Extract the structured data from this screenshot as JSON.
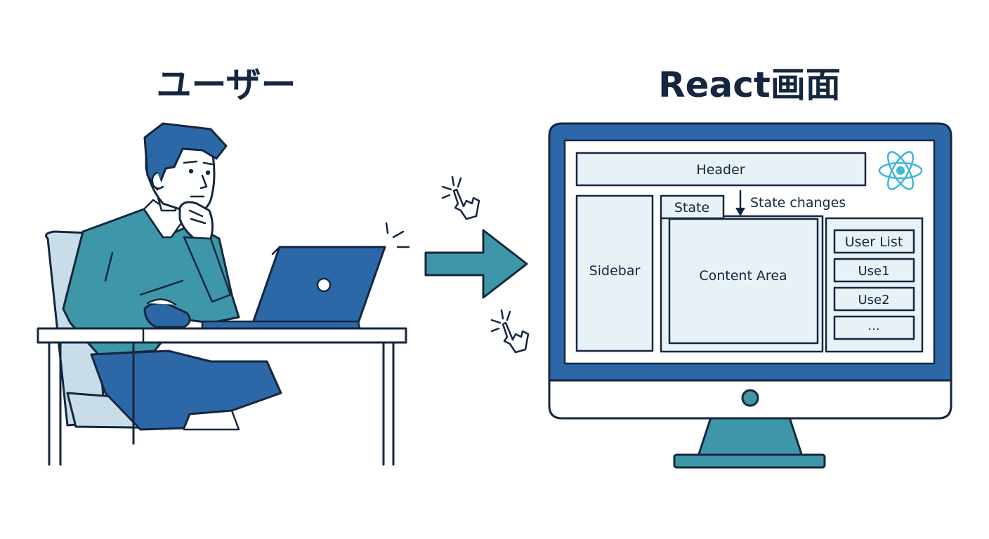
{
  "headings": {
    "user": "ユーザー",
    "react_screen": "React画面"
  },
  "screen": {
    "header": "Header",
    "sidebar": "Sidebar",
    "state_tab": "State",
    "state_changes": "State changes",
    "content_area": "Content Area",
    "list_items": [
      "User List",
      "Use1",
      "Use2",
      "..."
    ]
  },
  "icons": {
    "react_logo": "react-logo-icon",
    "click_hand": "pointer-hand-icon",
    "arrow": "right-arrow-icon"
  },
  "colors": {
    "ink": "#15263f",
    "blue": "#2c68a8",
    "teal": "#3e97a8",
    "pale": "#e8f1f6",
    "react": "#3fb7d6"
  }
}
